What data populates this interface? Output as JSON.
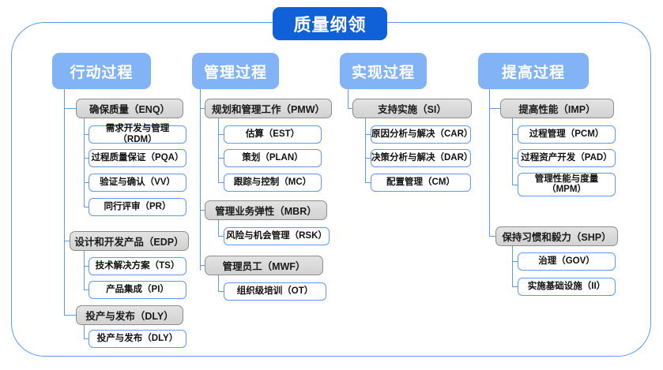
{
  "diagram": {
    "title": "质量纲领",
    "type": "org-hierarchy",
    "columns": [
      {
        "header": "行动过程",
        "groups": [
          {
            "label": "确保质量（ENQ）",
            "children": [
              "需求开发与管理（RDM）",
              "过程质量保证（PQA）",
              "验证与确认（VV）",
              "同行评审（PR）"
            ]
          },
          {
            "label": "设计和开发产品（EDP）",
            "children": [
              "技术解决方案（TS）",
              "产品集成（PI）"
            ]
          },
          {
            "label": "投产与发布（DLY）",
            "children": [
              "投产与发布（DLY）"
            ]
          }
        ]
      },
      {
        "header": "管理过程",
        "groups": [
          {
            "label": "规划和管理工作（PMW）",
            "children": [
              "估算（EST）",
              "策划（PLAN）",
              "跟踪与控制（MC）"
            ]
          },
          {
            "label": "管理业务弹性（MBR）",
            "children": [
              "风险与机会管理（RSK）"
            ]
          },
          {
            "label": "管理员工（MWF）",
            "children": [
              "组织级培训（OT）"
            ]
          }
        ]
      },
      {
        "header": "实现过程",
        "groups": [
          {
            "label": "支持实施（SI）",
            "children": [
              "原因分析与解决（CAR）",
              "决策分析与解决（DAR）",
              "配置管理（CM）"
            ]
          }
        ]
      },
      {
        "header": "提高过程",
        "groups": [
          {
            "label": "提高性能（IMP）",
            "children": [
              "过程管理（PCM）",
              "过程资产开发（PAD）",
              "管理性能与度量\n（MPM）"
            ]
          },
          {
            "label": "保持习惯和毅力（SHP）",
            "children": [
              "治理（GOV）",
              "实施基础设施（II）"
            ]
          }
        ]
      }
    ],
    "colors": {
      "title_bg": "#1060d8",
      "header_bg": "#82b3f7",
      "group_bg": "#dcdcdc",
      "group_border": "#8d8d8d",
      "leaf_border": "#5b9bf3",
      "frame_border": "#5b9bf3",
      "text_dark": "#111111",
      "text_light": "#ffffff"
    }
  }
}
